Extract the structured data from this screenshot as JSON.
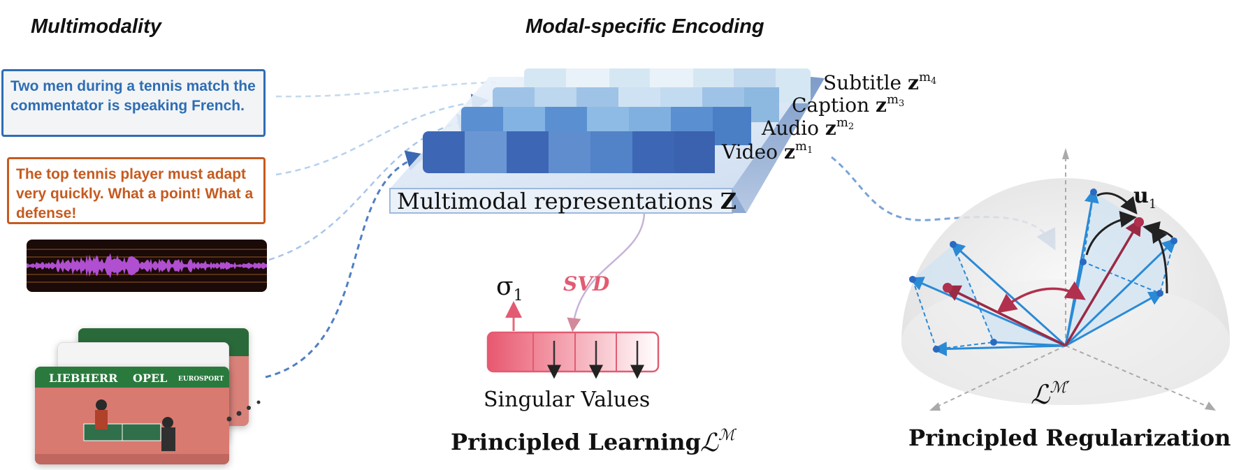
{
  "headings": {
    "multimodality": "Multimodality",
    "encoding": "Modal-specific Encoding"
  },
  "inputs": {
    "text_blue": "Two men during a tennis match the commentator is speaking French.",
    "text_orange": "The top tennis player must adapt very quickly. What a point! What a defense!",
    "video_banner_left": "LIEBHERR",
    "video_banner_mid": "OPEL",
    "video_banner_right": "EUROSPORT"
  },
  "modalities": [
    {
      "name": "Subtitle",
      "var": "z",
      "sup": "m",
      "sub": "4"
    },
    {
      "name": "Caption",
      "var": "z",
      "sup": "m",
      "sub": "3"
    },
    {
      "name": "Audio",
      "var": "z",
      "sup": "m",
      "sub": "2"
    },
    {
      "name": "Video",
      "var": "z",
      "sup": "m",
      "sub": "1"
    }
  ],
  "representation": {
    "label": "Multimodal representations",
    "symbol": "Z"
  },
  "learning": {
    "svd_label": "SVD",
    "sigma": "σ",
    "sigma_sub": "1",
    "singular_values_label": "Singular Values",
    "title": "Principled Learning",
    "loss_symbol": "ℒ",
    "loss_sup": "ℳ"
  },
  "regularization": {
    "vector_label": "u",
    "vector_sub": "1",
    "loss_symbol": "ℒ",
    "loss_sup": "ℳ′",
    "title": "Principled Regularization"
  },
  "colors": {
    "blue_dark": "#2e5ba8",
    "blue_mid": "#5b8fd0",
    "blue_light": "#a9cbe8",
    "pink": "#e25b72",
    "crimson": "#a52a4a",
    "orange": "#c65a1e",
    "audio_wave": "#b04fd0"
  }
}
